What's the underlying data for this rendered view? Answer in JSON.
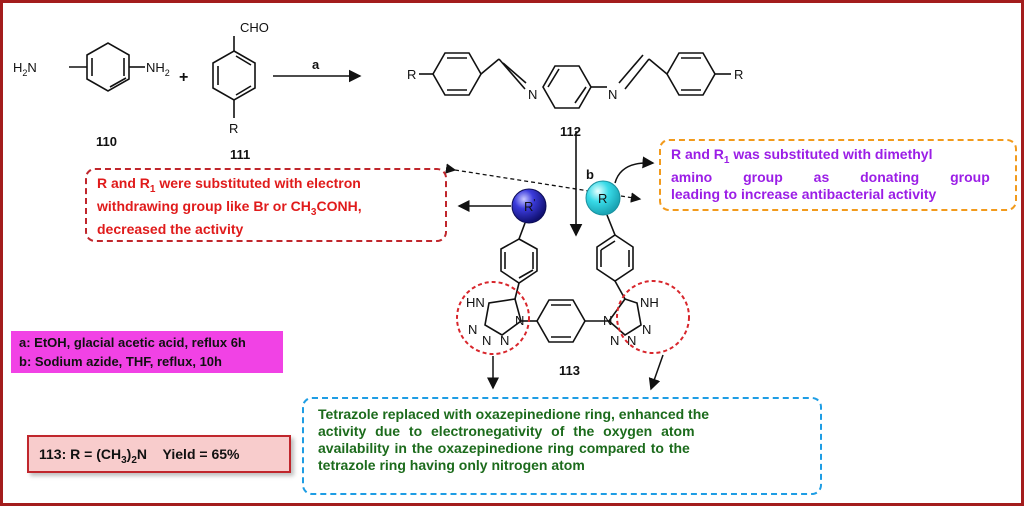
{
  "compounds": {
    "c110": "110",
    "c111": "111",
    "c112": "112",
    "c113": "113"
  },
  "atoms": {
    "nh2": "NH",
    "h2": "H",
    "two": "2",
    "cho": "CHO",
    "r": "R",
    "n": "N",
    "nh": "NH",
    "hn": "HN",
    "plus": "+",
    "prime": "'"
  },
  "arrows": {
    "step_a": "a",
    "step_b": "b"
  },
  "notes": {
    "red": [
      "R and R1 were substituted with electron",
      "withdrawing group like Br or CH3CONH,",
      "decreased the activity"
    ],
    "purple": [
      "R and R1 was substituted with dimethyl",
      "amino group as donating group",
      "leading to increase antibacterial activity"
    ],
    "green": [
      "Tetrazole replaced with oxazepinedione ring, enhanced the",
      "activity due to electronegativity of the oxygen atom",
      "availability in the oxazepinedione ring compared to the",
      "tetrazole ring having only nitrogen atom"
    ]
  },
  "conditions": {
    "a": "a: EtOH, glacial acetic acid, reflux 6h",
    "b": "b: Sodium azide, THF, reflux, 10h"
  },
  "yield_box": "113: R = (CH3)2N    Yield = 65%",
  "colors": {
    "frame": "#a31d1d",
    "red_text": "#e01b1b",
    "purple_text": "#9b1ee6",
    "green_text": "#1c6b1c",
    "magenta_box": "#f142e5",
    "pink_box": "#f8cccc",
    "blue_ball": "#2a2ac9",
    "cyan_ball": "#35d6e6"
  }
}
